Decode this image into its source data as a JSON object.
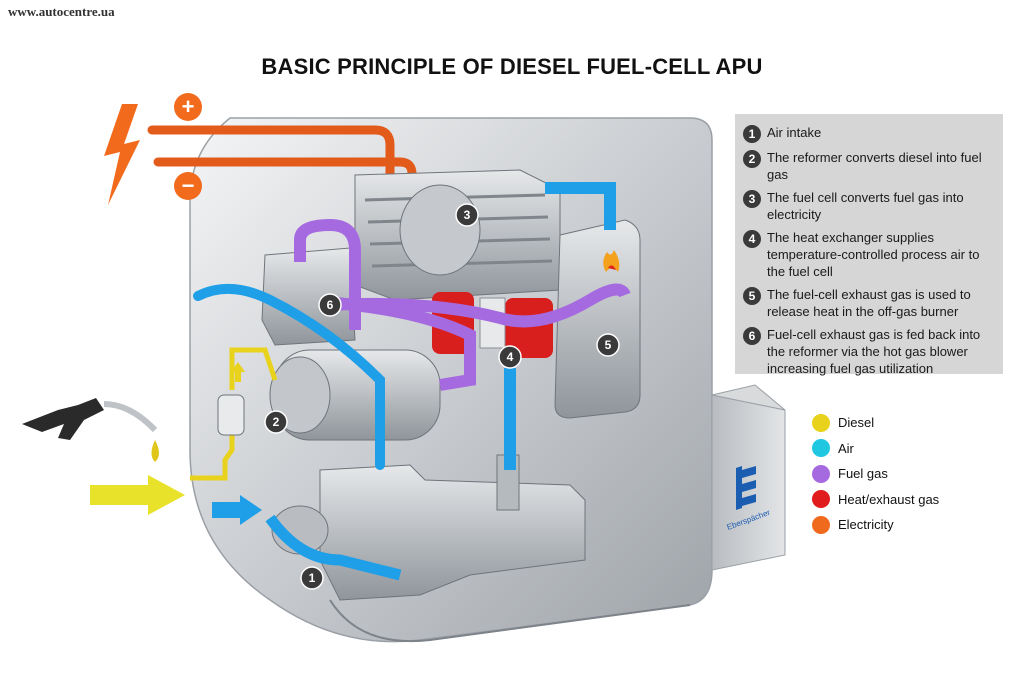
{
  "watermark": "www.autocentre.ua",
  "title": "BASIC PRINCIPLE OF DIESEL FUEL-CELL APU",
  "brand": "Eberspächer",
  "steps": [
    {
      "num": "1",
      "text": "Air intake"
    },
    {
      "num": "2",
      "text": "The reformer converts diesel into fuel gas"
    },
    {
      "num": "3",
      "text": "The fuel cell converts fuel gas into electricity"
    },
    {
      "num": "4",
      "text": "The heat exchanger supplies temperature-controlled process air to the fuel cell"
    },
    {
      "num": "5",
      "text": "The fuel-cell exhaust gas is used to release heat in the off-gas burner"
    },
    {
      "num": "6",
      "text": "Fuel-cell exhaust gas is fed back into the reformer via the hot gas blower increasing fuel gas utilization"
    }
  ],
  "legend": [
    {
      "label": "Diesel",
      "color": "#e8d21c"
    },
    {
      "label": "Air",
      "color": "#1fc7e0"
    },
    {
      "label": "Fuel gas",
      "color": "#a66ae0"
    },
    {
      "label": "Heat/exhaust gas",
      "color": "#e01c1c"
    },
    {
      "label": "Electricity",
      "color": "#f06a1e"
    }
  ],
  "callouts": [
    "1",
    "2",
    "3",
    "4",
    "5",
    "6"
  ],
  "electricity": {
    "plus": "+",
    "minus": "−"
  }
}
